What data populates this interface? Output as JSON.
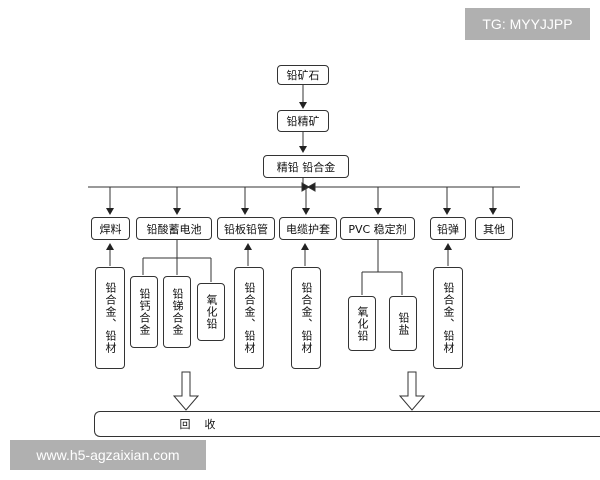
{
  "nodes": {
    "ore": "铅矿石",
    "concentrate": "铅精矿",
    "refined": "精铅  铅合金",
    "apps": [
      "焊料",
      "铅酸蓄电池",
      "铅板铅管",
      "电缆护套",
      "PVC 稳定剂",
      "铅弹",
      "其他"
    ],
    "materials": {
      "solder": "铅合金、铅材",
      "battery": [
        "铅钙合金",
        "铅锑合金",
        "氧化铅"
      ],
      "plate": "铅合金、铅材",
      "cable": "铅合金、铅材",
      "pvc": [
        "氧化铅",
        "铅盐"
      ],
      "shot": "铅合金、铅材"
    },
    "recycle": "回收"
  },
  "watermarks": {
    "top": "TG: MYYJJPP",
    "bottom": "www.h5-agzaixian.com"
  },
  "colors": {
    "line": "#333333",
    "watermark_bg": "#969696"
  }
}
